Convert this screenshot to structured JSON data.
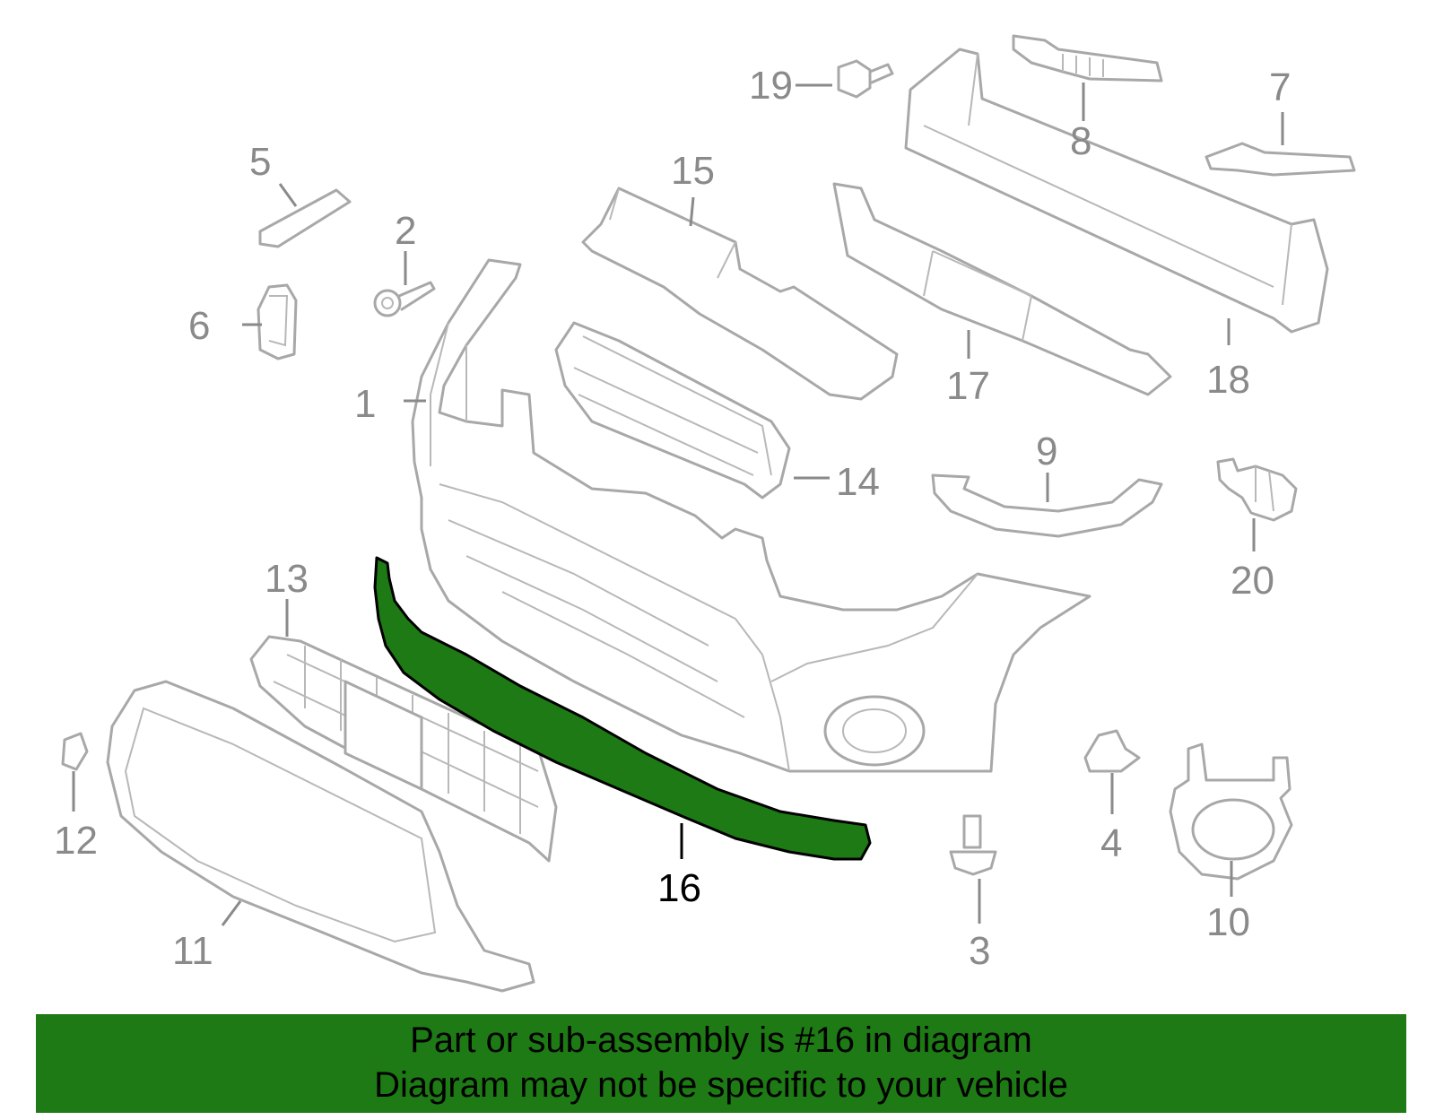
{
  "diagram": {
    "highlight_color": "#1e7a14",
    "outline_color": "#a8a8a8",
    "callouts": [
      {
        "id": "1",
        "label": "1"
      },
      {
        "id": "2",
        "label": "2"
      },
      {
        "id": "3",
        "label": "3"
      },
      {
        "id": "4",
        "label": "4"
      },
      {
        "id": "5",
        "label": "5"
      },
      {
        "id": "6",
        "label": "6"
      },
      {
        "id": "7",
        "label": "7"
      },
      {
        "id": "8",
        "label": "8"
      },
      {
        "id": "9",
        "label": "9"
      },
      {
        "id": "10",
        "label": "10"
      },
      {
        "id": "11",
        "label": "11"
      },
      {
        "id": "12",
        "label": "12"
      },
      {
        "id": "13",
        "label": "13"
      },
      {
        "id": "14",
        "label": "14"
      },
      {
        "id": "15",
        "label": "15"
      },
      {
        "id": "16",
        "label": "16"
      },
      {
        "id": "17",
        "label": "17"
      },
      {
        "id": "18",
        "label": "18"
      },
      {
        "id": "19",
        "label": "19"
      },
      {
        "id": "20",
        "label": "20"
      }
    ]
  },
  "banner": {
    "line1": "Part or sub-assembly is #16 in diagram",
    "line2": "Diagram may not be specific to your vehicle",
    "background": "#1e7a14"
  }
}
